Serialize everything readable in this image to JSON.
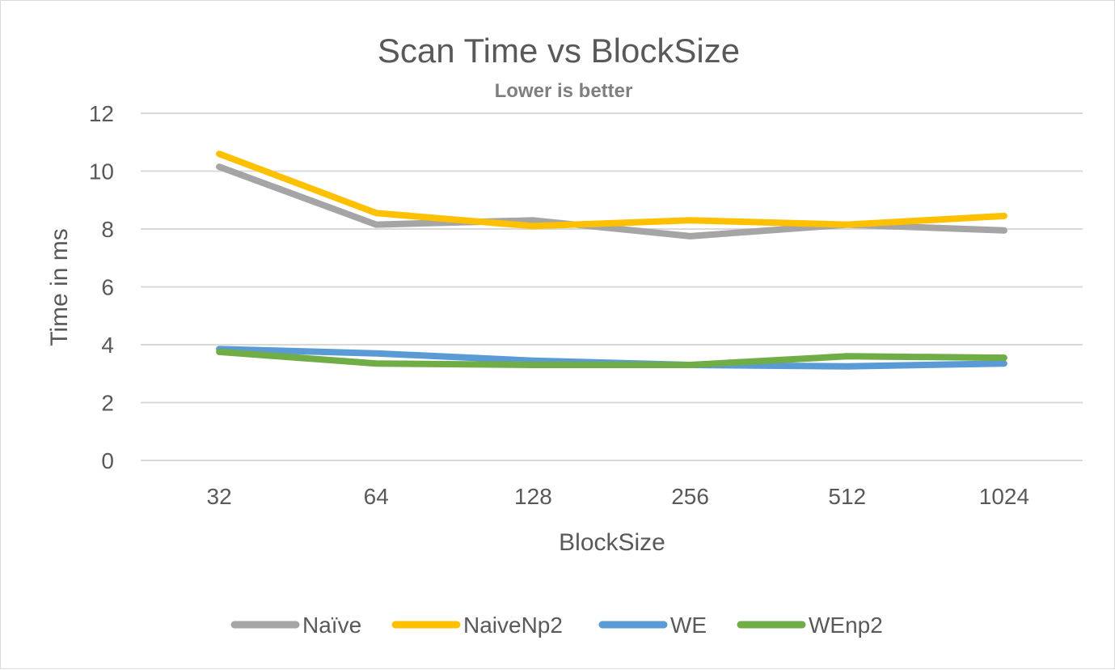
{
  "chart_data": {
    "type": "line",
    "title": "Scan Time vs BlockSize",
    "subtitle": "Lower is better",
    "xlabel": "BlockSize",
    "ylabel": "Time in ms",
    "categories": [
      "32",
      "64",
      "128",
      "256",
      "512",
      "1024"
    ],
    "ylim": [
      0,
      12
    ],
    "yticks": [
      0,
      2,
      4,
      6,
      8,
      10,
      12
    ],
    "grid": true,
    "legend_position": "bottom",
    "series": [
      {
        "name": "Naïve",
        "color": "#a5a5a5",
        "values": [
          10.15,
          8.15,
          8.3,
          7.75,
          8.15,
          7.95
        ]
      },
      {
        "name": "NaiveNp2",
        "color": "#ffc000",
        "values": [
          10.6,
          8.55,
          8.1,
          8.3,
          8.15,
          8.45
        ]
      },
      {
        "name": "WE",
        "color": "#5b9bd5",
        "values": [
          3.85,
          3.7,
          3.45,
          3.3,
          3.25,
          3.35
        ]
      },
      {
        "name": "WEnp2",
        "color": "#70ad47",
        "values": [
          3.75,
          3.35,
          3.3,
          3.3,
          3.6,
          3.55
        ]
      }
    ]
  }
}
